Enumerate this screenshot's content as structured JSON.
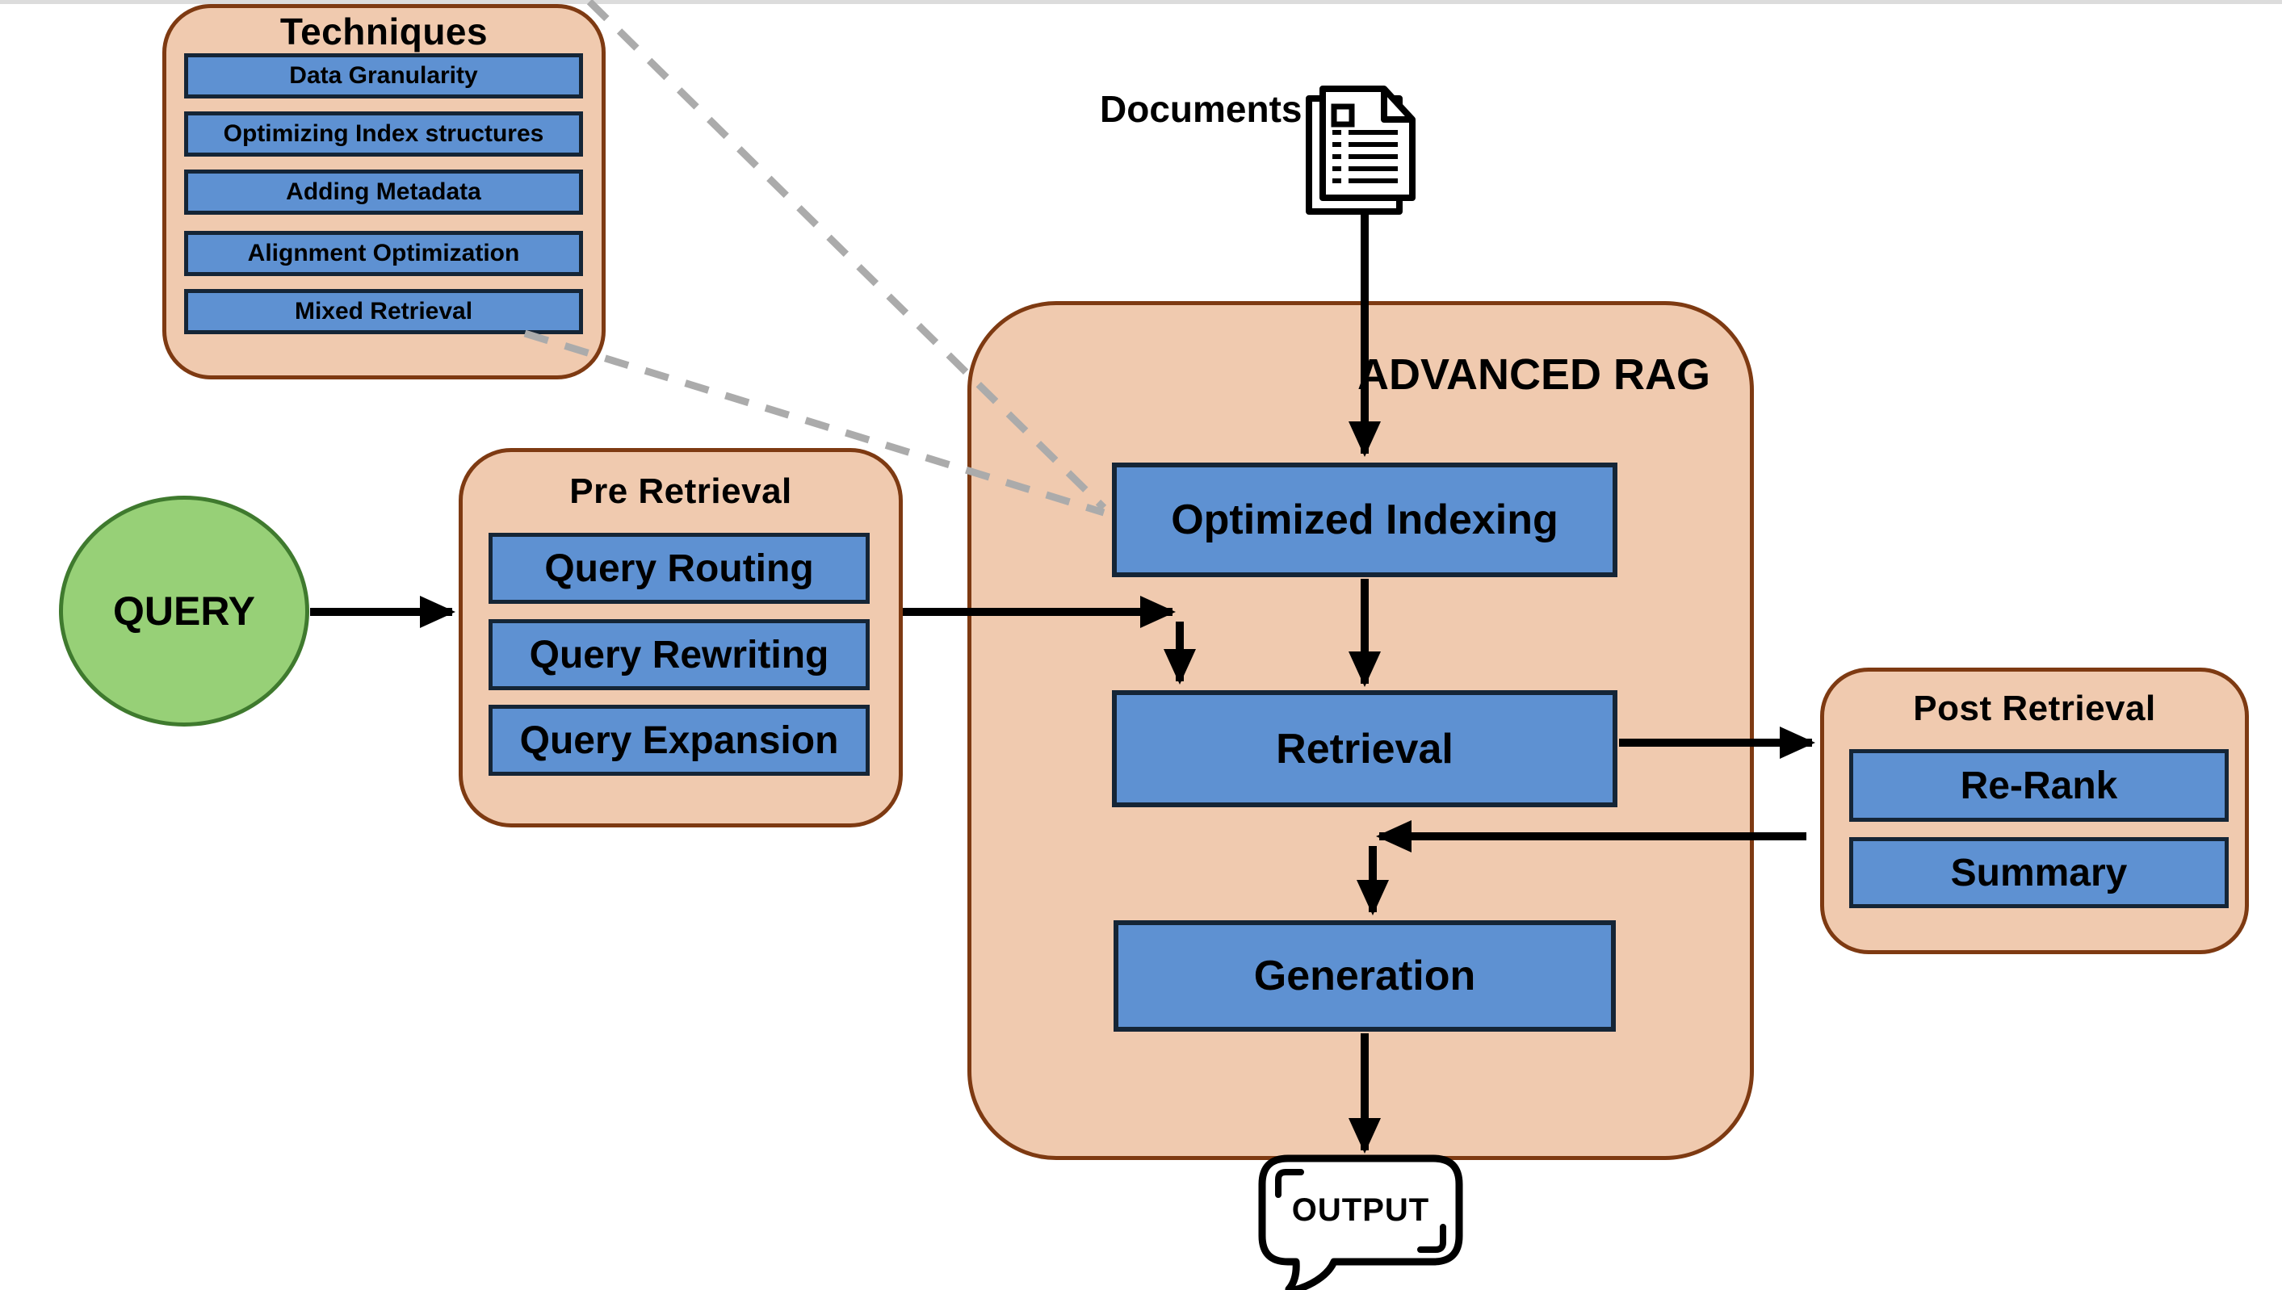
{
  "techniques": {
    "title": "Techniques",
    "items": [
      "Data Granularity",
      "Optimizing Index structures",
      "Adding Metadata",
      "Alignment Optimization",
      "Mixed Retrieval"
    ]
  },
  "query": {
    "label": "QUERY"
  },
  "pre_retrieval": {
    "title": "Pre Retrieval",
    "items": [
      "Query Routing",
      "Query Rewriting",
      "Query Expansion"
    ]
  },
  "advanced_rag": {
    "title": "ADVANCED RAG",
    "stages": [
      "Optimized Indexing",
      "Retrieval",
      "Generation"
    ]
  },
  "documents": {
    "label": "Documents"
  },
  "post_retrieval": {
    "title": "Post Retrieval",
    "items": [
      "Re-Rank",
      "Summary"
    ]
  },
  "output": {
    "label": "OUTPUT"
  },
  "icons": {
    "documents": "document-stack-icon",
    "output": "speech-bubble-icon"
  },
  "colors": {
    "panel_fill": "#F0CAAF",
    "panel_border": "#7E3A12",
    "node_fill": "#5E91D2",
    "node_border": "#152536",
    "query_fill": "#97D077",
    "query_border": "#3F7A2E",
    "dashed_line": "#ABABAB",
    "arrow": "#000000"
  }
}
